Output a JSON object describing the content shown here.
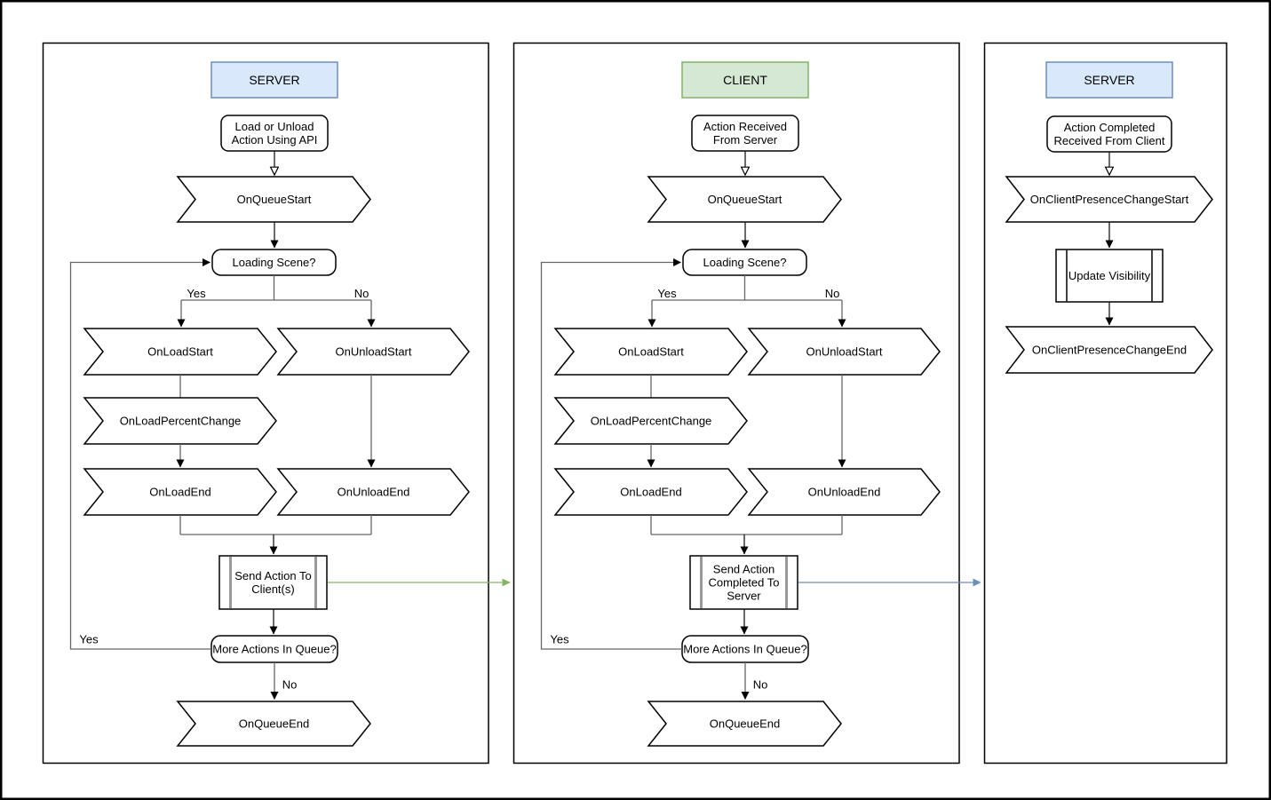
{
  "colors": {
    "server_fill": "#dae8fc",
    "server_stroke": "#6c8ebf",
    "client_fill": "#d5e8d4",
    "client_stroke": "#82b366",
    "arrow_to_client": "#82b366",
    "arrow_to_server": "#6c8ebf"
  },
  "server_flow": {
    "header": "SERVER",
    "start": [
      "Load or Unload",
      "Action Using API"
    ],
    "on_queue_start": "OnQueueStart",
    "loading_scene": "Loading Scene?",
    "yes": "Yes",
    "no": "No",
    "on_load_start": "OnLoadStart",
    "on_unload_start": "OnUnloadStart",
    "on_load_percent_change": "OnLoadPercentChange",
    "on_load_end": "OnLoadEnd",
    "on_unload_end": "OnUnloadEnd",
    "send_action": [
      "Send Action To",
      "Client(s)"
    ],
    "more_actions": "More Actions In Queue?",
    "loop_yes": "Yes",
    "exit_no": "No",
    "on_queue_end": "OnQueueEnd"
  },
  "client_flow": {
    "header": "CLIENT",
    "start": [
      "Action Received",
      "From Server"
    ],
    "on_queue_start": "OnQueueStart",
    "loading_scene": "Loading Scene?",
    "yes": "Yes",
    "no": "No",
    "on_load_start": "OnLoadStart",
    "on_unload_start": "OnUnloadStart",
    "on_load_percent_change": "OnLoadPercentChange",
    "on_load_end": "OnLoadEnd",
    "on_unload_end": "OnUnloadEnd",
    "send_action": [
      "Send Action",
      "Completed To",
      "Server"
    ],
    "more_actions": "More Actions In Queue?",
    "loop_yes": "Yes",
    "exit_no": "No",
    "on_queue_end": "OnQueueEnd"
  },
  "server_ack_flow": {
    "header": "SERVER",
    "start": [
      "Action Completed",
      "Received From Client"
    ],
    "on_client_presence_change_start": "OnClientPresenceChangeStart",
    "update_visibility": "Update Visibility",
    "on_client_presence_change_end": "OnClientPresenceChangeEnd"
  }
}
